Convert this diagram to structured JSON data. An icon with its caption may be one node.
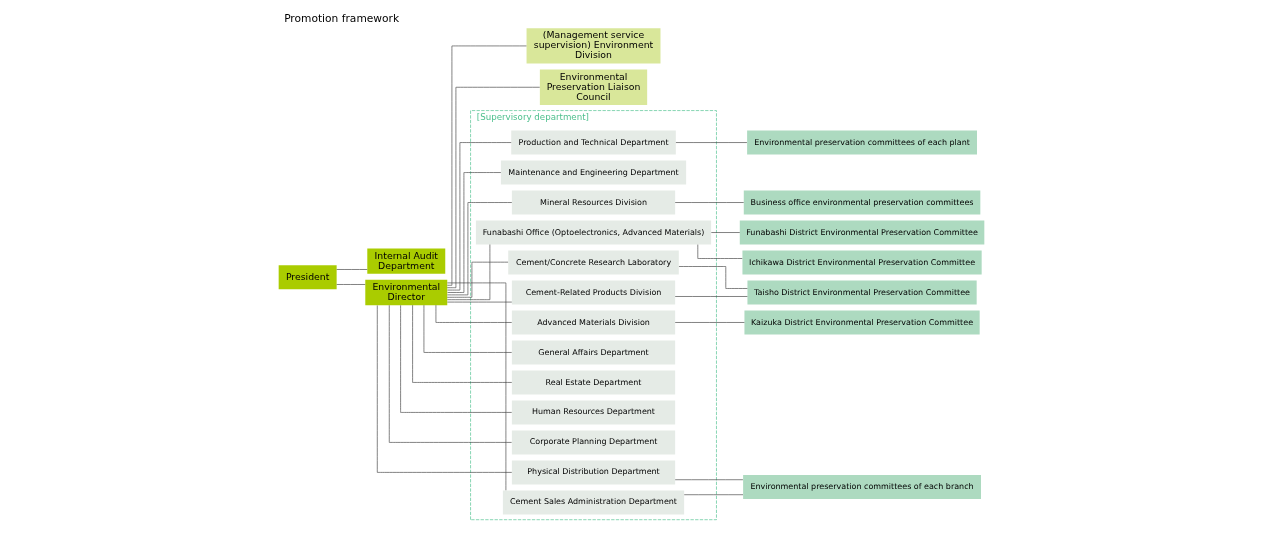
{
  "diagram": {
    "title": "Promotion framework",
    "nodes": [
      {
        "text": [
          "President"
        ]
      },
      {
        "text": [
          "Internal Audit Department"
        ]
      },
      {
        "text": [
          "Environmental Director"
        ]
      },
      {
        "text": [
          "(Management service supervision) Environment Division"
        ]
      },
      {
        "text": [
          "Environmental Preservation Liaison Council"
        ]
      },
      {
        "text": [
          "[Supervisory department]"
        ]
      },
      {
        "text": [
          "Production and Technical Department"
        ],
        "in": 5
      },
      {
        "text": [
          "Maintenance and Engineering Department"
        ],
        "in": 5
      },
      {
        "text": [
          "Mineral Resources Division"
        ],
        "in": 5
      },
      {
        "text": [
          "Funabashi Office (Optoelectronics, Advanced Materials)"
        ],
        "in": 5
      },
      {
        "text": [
          "Cement/Concrete Research Laboratory"
        ],
        "in": 5
      },
      {
        "text": [
          "Cement-Related Products Division"
        ],
        "in": 5
      },
      {
        "text": [
          "Advanced Materials Division"
        ],
        "in": 5
      },
      {
        "text": [
          "General Affairs Department"
        ],
        "in": 5
      },
      {
        "text": [
          "Real Estate Department"
        ],
        "in": 5
      },
      {
        "text": [
          "Human Resources Department"
        ],
        "in": 5
      },
      {
        "text": [
          "Corporate Planning Department"
        ],
        "in": 5
      },
      {
        "text": [
          "Physical Distribution Department"
        ],
        "in": 5
      },
      {
        "text": [
          "Cement Sales Administration Department"
        ],
        "in": 5
      },
      {
        "text": [
          "Environmental preservation committees of each plant"
        ]
      },
      {
        "text": [
          "Business office environmental preservation committees"
        ]
      },
      {
        "text": [
          "Funabashi District Environmental Preservation Committee"
        ]
      },
      {
        "text": [
          "Ichikawa District Environmental Preservation Committee"
        ]
      },
      {
        "text": [
          "Taisho District Environmental Preservation Committee"
        ]
      },
      {
        "text": [
          "Kaizuka District Environmental Preservation Committee"
        ]
      },
      {
        "text": [
          "Environmental preservation committees of each branch"
        ]
      }
    ],
    "edges": [
      {
        "from": 0,
        "to": 1,
        "arrow": "none"
      },
      {
        "from": 0,
        "to": 2,
        "arrow": "none"
      },
      {
        "from": 2,
        "to": 3,
        "arrow": "none"
      },
      {
        "from": 2,
        "to": 4,
        "arrow": "none"
      },
      {
        "from": 2,
        "to": 6,
        "arrow": "none"
      },
      {
        "from": 2,
        "to": 7,
        "arrow": "none"
      },
      {
        "from": 2,
        "to": 8,
        "arrow": "none"
      },
      {
        "from": 2,
        "to": 9,
        "arrow": "none"
      },
      {
        "from": 2,
        "to": 10,
        "arrow": "none"
      },
      {
        "from": 2,
        "to": 11,
        "arrow": "none"
      },
      {
        "from": 2,
        "to": 12,
        "arrow": "none"
      },
      {
        "from": 2,
        "to": 13,
        "arrow": "none"
      },
      {
        "from": 2,
        "to": 14,
        "arrow": "none"
      },
      {
        "from": 2,
        "to": 15,
        "arrow": "none"
      },
      {
        "from": 2,
        "to": 16,
        "arrow": "none"
      },
      {
        "from": 2,
        "to": 17,
        "arrow": "none"
      },
      {
        "from": 2,
        "to": 18,
        "arrow": "none"
      },
      {
        "from": 6,
        "to": 19,
        "arrow": "none"
      },
      {
        "from": 8,
        "to": 20,
        "arrow": "none"
      },
      {
        "from": 9,
        "to": 21,
        "arrow": "none"
      },
      {
        "from": 9,
        "to": 22,
        "arrow": "none"
      },
      {
        "from": 10,
        "to": 23,
        "arrow": "none"
      },
      {
        "from": 11,
        "to": 23,
        "arrow": "none"
      },
      {
        "from": 12,
        "to": 24,
        "arrow": "none"
      },
      {
        "from": 17,
        "to": 25,
        "arrow": "none"
      },
      {
        "from": 18,
        "to": 25,
        "arrow": "none"
      }
    ]
  }
}
